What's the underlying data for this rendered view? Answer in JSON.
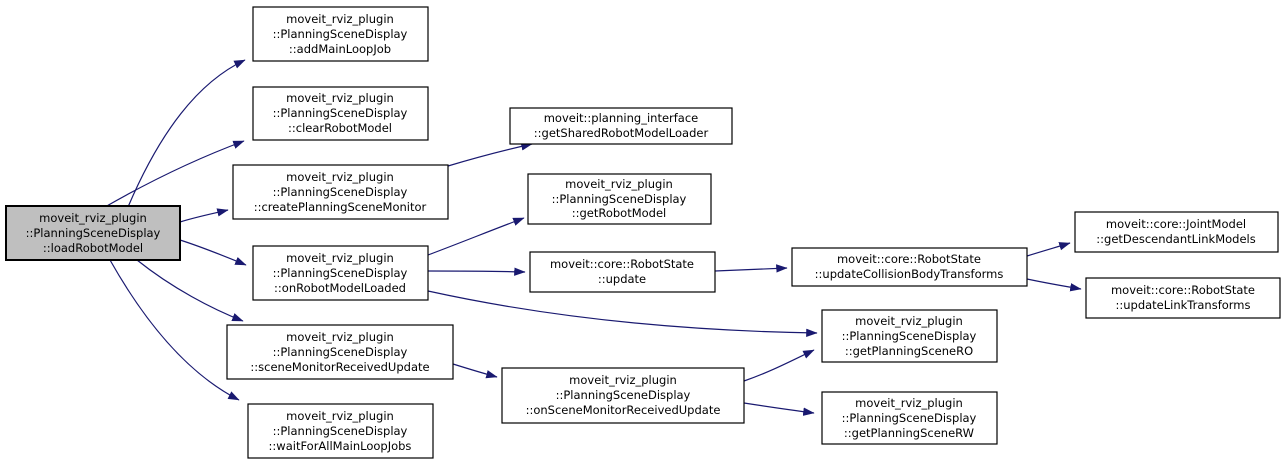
{
  "diagram_type": "call-graph",
  "colors": {
    "edge": "#191970",
    "node-fill": "#ffffff",
    "node-border": "#000000",
    "root-fill": "#bfbfbf",
    "bg": "#ffffff",
    "text": "#000000"
  },
  "nodes": {
    "loadRobotModel": {
      "lines": [
        "moveit_rviz_plugin",
        "::PlanningSceneDisplay",
        "::loadRobotModel"
      ],
      "role": "root"
    },
    "addMainLoopJob": {
      "lines": [
        "moveit_rviz_plugin",
        "::PlanningSceneDisplay",
        "::addMainLoopJob"
      ]
    },
    "clearRobotModel": {
      "lines": [
        "moveit_rviz_plugin",
        "::PlanningSceneDisplay",
        "::clearRobotModel"
      ]
    },
    "createPlanningSceneMonitor": {
      "lines": [
        "moveit_rviz_plugin",
        "::PlanningSceneDisplay",
        "::createPlanningSceneMonitor"
      ]
    },
    "onRobotModelLoaded": {
      "lines": [
        "moveit_rviz_plugin",
        "::PlanningSceneDisplay",
        "::onRobotModelLoaded"
      ]
    },
    "sceneMonitorReceivedUpdate": {
      "lines": [
        "moveit_rviz_plugin",
        "::PlanningSceneDisplay",
        "::sceneMonitorReceivedUpdate"
      ]
    },
    "waitForAllMainLoopJobs": {
      "lines": [
        "moveit_rviz_plugin",
        "::PlanningSceneDisplay",
        "::waitForAllMainLoopJobs"
      ]
    },
    "getSharedRobotModelLoader": {
      "lines": [
        "moveit::planning_interface",
        "::getSharedRobotModelLoader"
      ]
    },
    "getRobotModel": {
      "lines": [
        "moveit_rviz_plugin",
        "::PlanningSceneDisplay",
        "::getRobotModel"
      ]
    },
    "update": {
      "lines": [
        "moveit::core::RobotState",
        "::update"
      ]
    },
    "onSceneMonitorReceivedUpdate": {
      "lines": [
        "moveit_rviz_plugin",
        "::PlanningSceneDisplay",
        "::onSceneMonitorReceivedUpdate"
      ]
    },
    "updateCollisionBodyTransforms": {
      "lines": [
        "moveit::core::RobotState",
        "::updateCollisionBodyTransforms"
      ]
    },
    "getPlanningSceneRO": {
      "lines": [
        "moveit_rviz_plugin",
        "::PlanningSceneDisplay",
        "::getPlanningSceneRO"
      ]
    },
    "getPlanningSceneRW": {
      "lines": [
        "moveit_rviz_plugin",
        "::PlanningSceneDisplay",
        "::getPlanningSceneRW"
      ]
    },
    "getDescendantLinkModels": {
      "lines": [
        "moveit::core::JointModel",
        "::getDescendantLinkModels"
      ]
    },
    "updateLinkTransforms": {
      "lines": [
        "moveit::core::RobotState",
        "::updateLinkTransforms"
      ]
    }
  },
  "edges": [
    {
      "from": "loadRobotModel",
      "to": "addMainLoopJob"
    },
    {
      "from": "loadRobotModel",
      "to": "clearRobotModel"
    },
    {
      "from": "loadRobotModel",
      "to": "createPlanningSceneMonitor"
    },
    {
      "from": "loadRobotModel",
      "to": "onRobotModelLoaded"
    },
    {
      "from": "loadRobotModel",
      "to": "sceneMonitorReceivedUpdate"
    },
    {
      "from": "loadRobotModel",
      "to": "waitForAllMainLoopJobs"
    },
    {
      "from": "createPlanningSceneMonitor",
      "to": "getSharedRobotModelLoader"
    },
    {
      "from": "onRobotModelLoaded",
      "to": "getRobotModel"
    },
    {
      "from": "onRobotModelLoaded",
      "to": "update"
    },
    {
      "from": "onRobotModelLoaded",
      "to": "getPlanningSceneRO"
    },
    {
      "from": "update",
      "to": "updateCollisionBodyTransforms"
    },
    {
      "from": "updateCollisionBodyTransforms",
      "to": "getDescendantLinkModels"
    },
    {
      "from": "updateCollisionBodyTransforms",
      "to": "updateLinkTransforms"
    },
    {
      "from": "sceneMonitorReceivedUpdate",
      "to": "onSceneMonitorReceivedUpdate"
    },
    {
      "from": "onSceneMonitorReceivedUpdate",
      "to": "getPlanningSceneRO"
    },
    {
      "from": "onSceneMonitorReceivedUpdate",
      "to": "getPlanningSceneRW"
    }
  ]
}
